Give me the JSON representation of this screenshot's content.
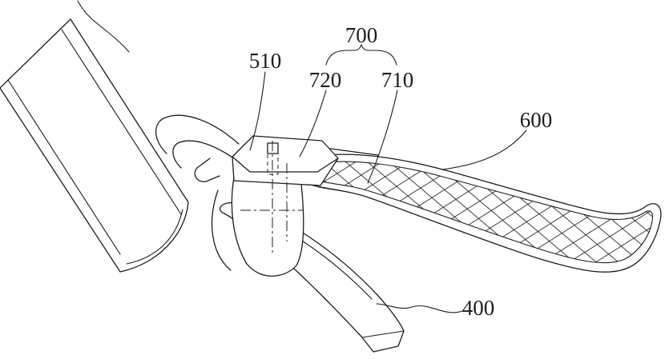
{
  "figure": {
    "labels": {
      "l700": "700",
      "l510": "510",
      "l720": "720",
      "l710": "710",
      "l600": "600",
      "l400": "400"
    },
    "label_groups": [
      {
        "parent": "700",
        "members": [
          "720",
          "710"
        ]
      }
    ]
  },
  "colors": {
    "ink": "#1c1c1c",
    "background": "#ffffff"
  }
}
